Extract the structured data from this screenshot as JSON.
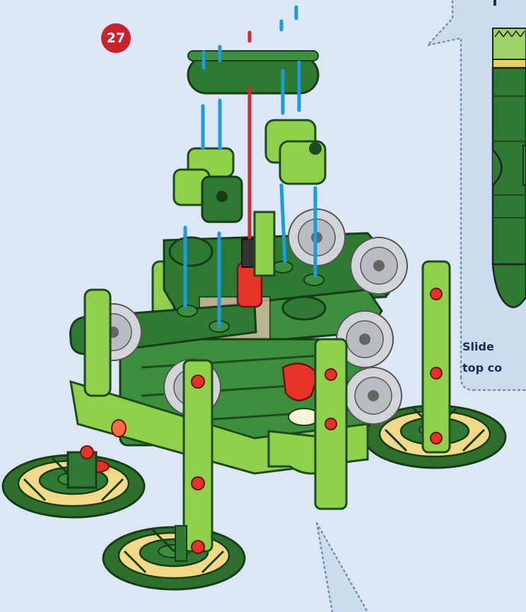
{
  "step": {
    "number": "27"
  },
  "callout": {
    "line1": "Slide",
    "line2": "top co"
  },
  "colors": {
    "background": "#dbe7f5",
    "callout_fill": "#c9dcf0",
    "dotted_border": "#7f8fa6",
    "badge": "#c8232c",
    "dark_green": "#2e7a32",
    "light_green": "#8fd14a",
    "gear_gray": "#c8ccd0",
    "red_part": "#e6332a",
    "yellow_foot": "#f4d88a",
    "guide_blue": "#1b9be0",
    "guide_red": "#d7262e"
  },
  "icons": [
    "robot-assembly-illustration",
    "zoom-callout-panel"
  ]
}
